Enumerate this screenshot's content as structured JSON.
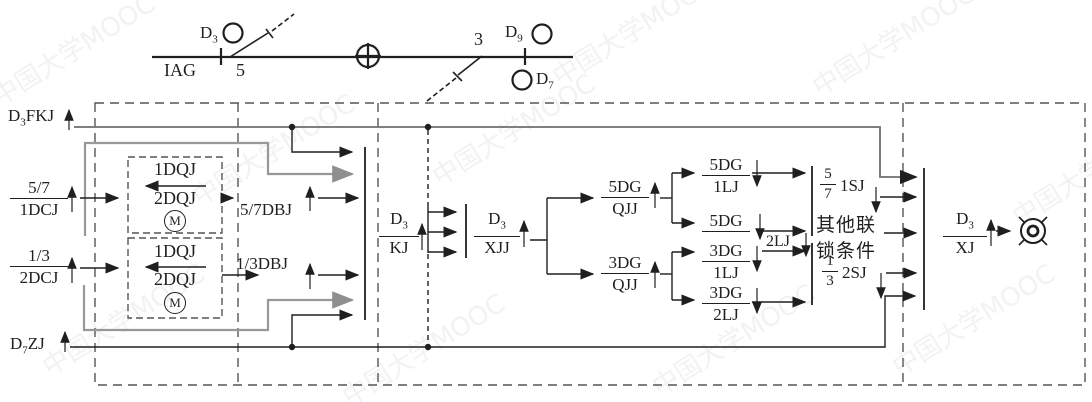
{
  "watermark": {
    "text": "中国大学MOOC"
  },
  "track_schematic": {
    "signals": [
      {
        "id": "d3",
        "base": "D",
        "sub": "3"
      },
      {
        "id": "d9",
        "base": "D",
        "sub": "9"
      },
      {
        "id": "d7",
        "base": "D",
        "sub": "7"
      }
    ],
    "track_label": "IAG",
    "switch5_label": "5",
    "switch3_label": "3"
  },
  "left_inputs": {
    "fkj": {
      "base": "D",
      "sub": "3",
      "suffix": "FKJ"
    },
    "dcj1": {
      "num": "5/7",
      "den": "1DCJ"
    },
    "dcj2": {
      "num": "1/3",
      "den": "2DCJ"
    },
    "zj": {
      "base": "D",
      "sub": "7",
      "suffix": "ZJ"
    }
  },
  "switch_units": {
    "unit1": {
      "relay_top": "1DQJ",
      "relay_bottom": "2DQJ",
      "motor": "M"
    },
    "unit2": {
      "relay_top": "1DQJ",
      "relay_bottom": "2DQJ",
      "motor": "M"
    },
    "dbj1": "5/7DBJ",
    "dbj2": "1/3DBJ"
  },
  "relays": {
    "kj": {
      "num_base": "D",
      "num_sub": "3",
      "den": "KJ"
    },
    "xjj": {
      "num_base": "D",
      "num_sub": "3",
      "den": "XJJ"
    },
    "qjj5": {
      "num": "5DG",
      "den": "QJJ"
    },
    "qjj3": {
      "num": "3DG",
      "den": "QJJ"
    },
    "lj51": {
      "num": "5DG",
      "den": "1LJ"
    },
    "lj52_num": "5DG",
    "lj_shared": "2LJ",
    "lj31": {
      "num": "3DG",
      "den": "1LJ"
    },
    "lj32": {
      "num": "3DG",
      "den": "2LJ"
    },
    "sj1": {
      "num": "5",
      "den": "7",
      "label": "1SJ"
    },
    "other_conditions": {
      "line1": "其他联",
      "line2": "锁条件"
    },
    "sj2": {
      "num": "1",
      "den": "3",
      "label": "2SJ"
    },
    "xj": {
      "num_base": "D",
      "num_sub": "3",
      "den": "XJ"
    }
  }
}
